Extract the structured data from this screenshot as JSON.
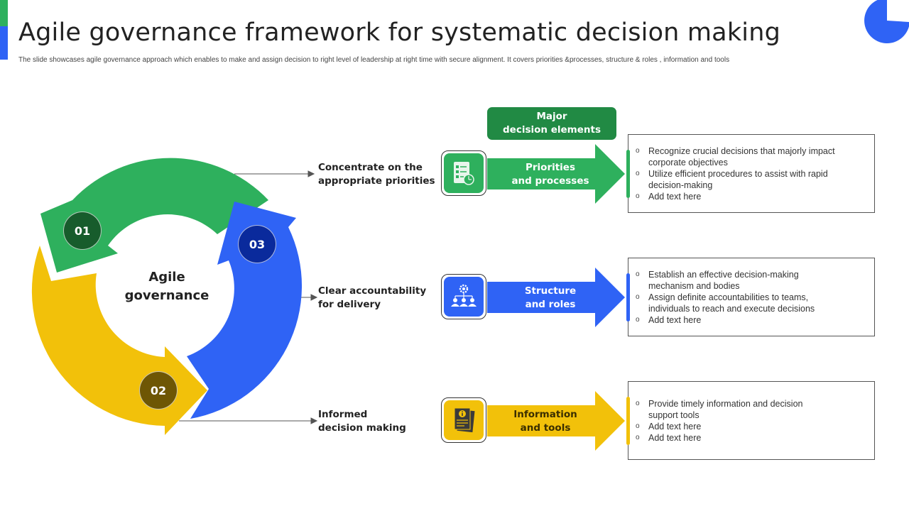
{
  "header": {
    "title": "Agile governance framework for systematic decision making",
    "subtitle": "The slide showcases agile governance approach which enables to make  and assign decision to right level of leadership at right time  with secure alignment.  It covers priorities &processes, structure & roles , information  and tools"
  },
  "colors": {
    "green": "#2eb05d",
    "dark_green": "#218a44",
    "blue": "#2f63f5",
    "yellow": "#f2c10a",
    "badge_green": "#175c2c",
    "badge_blue": "#0a2a9c",
    "badge_yellow": "#6e5604"
  },
  "cycle": {
    "center_label_line1": "Agile",
    "center_label_line2": "governance",
    "steps": [
      {
        "number": "01",
        "color": "green",
        "label_line1": "Concentrate on the",
        "label_line2": "appropriate priorities"
      },
      {
        "number": "02",
        "color": "yellow",
        "label_line1": "Informed",
        "label_line2": "decision making"
      },
      {
        "number": "03",
        "color": "blue",
        "label_line1": "Clear accountability",
        "label_line2": "for delivery"
      }
    ]
  },
  "elements_header": {
    "line1": "Major",
    "line2": "decision elements"
  },
  "elements": [
    {
      "icon": "checklist-clock-icon",
      "title_line1": "Priorities",
      "title_line2": "and processes",
      "bullets": [
        {
          "line1": "Recognize crucial decisions that majorly impact",
          "line2": "corporate  objectives"
        },
        {
          "line1": "Utilize efficient  procedures  to assist with rapid",
          "line2": "decision-making"
        },
        {
          "line1": "Add text here",
          "line2": ""
        }
      ]
    },
    {
      "icon": "org-structure-gear-icon",
      "title_line1": "Structure",
      "title_line2": "and roles",
      "bullets": [
        {
          "line1": "Establish an  effective  decision-making",
          "line2": "mechanism  and bodies"
        },
        {
          "line1": "Assign definite  accountabilities to teams,",
          "line2": "individuals  to reach and  execute decisions"
        },
        {
          "line1": "Add text here",
          "line2": ""
        }
      ]
    },
    {
      "icon": "info-document-icon",
      "title_line1": "Information",
      "title_line2": "and tools",
      "bullets": [
        {
          "line1": "Provide  timely information  and  decision",
          "line2": "support  tools"
        },
        {
          "line1": "Add text here",
          "line2": ""
        },
        {
          "line1": "Add text here",
          "line2": ""
        }
      ]
    }
  ]
}
